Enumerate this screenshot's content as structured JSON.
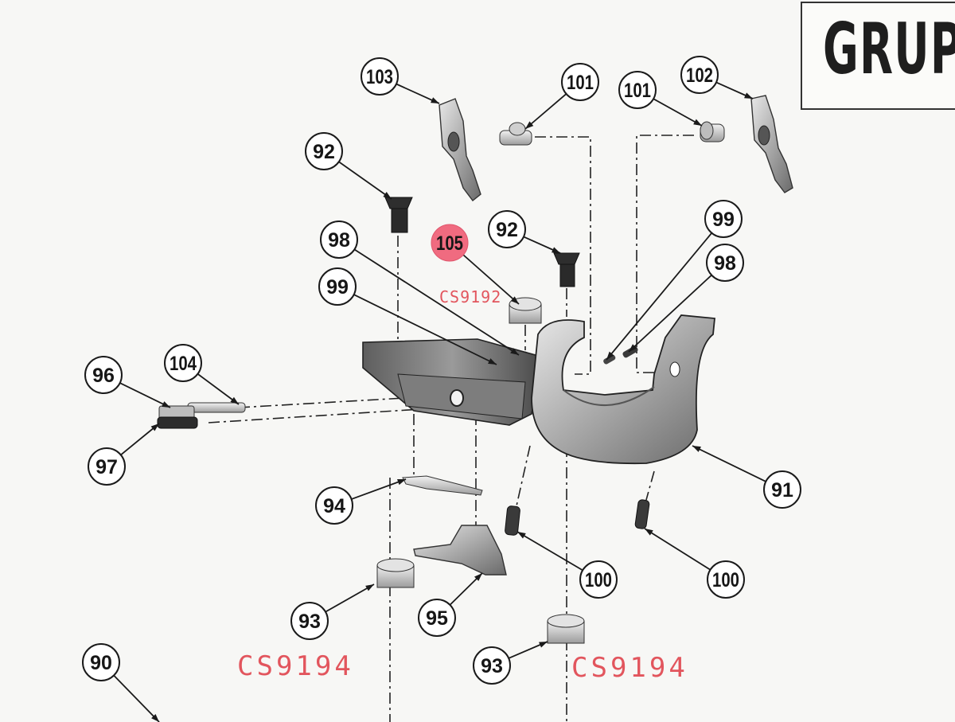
{
  "header": {
    "title": "GRUP"
  },
  "callouts": [
    {
      "id": "c103a",
      "label": "103"
    },
    {
      "id": "c101a",
      "label": "101"
    },
    {
      "id": "c101b",
      "label": "101"
    },
    {
      "id": "c102",
      "label": "102"
    },
    {
      "id": "c92a",
      "label": "92"
    },
    {
      "id": "c92b",
      "label": "92"
    },
    {
      "id": "c105",
      "label": "105",
      "highlighted": true
    },
    {
      "id": "c98a",
      "label": "98"
    },
    {
      "id": "c99a",
      "label": "99"
    },
    {
      "id": "c99b",
      "label": "99"
    },
    {
      "id": "c98b",
      "label": "98"
    },
    {
      "id": "c96",
      "label": "96"
    },
    {
      "id": "c104",
      "label": "104"
    },
    {
      "id": "c97",
      "label": "97"
    },
    {
      "id": "c94",
      "label": "94"
    },
    {
      "id": "c91",
      "label": "91"
    },
    {
      "id": "c100a",
      "label": "100"
    },
    {
      "id": "c100b",
      "label": "100"
    },
    {
      "id": "c93a",
      "label": "93"
    },
    {
      "id": "c95",
      "label": "95"
    },
    {
      "id": "c93b",
      "label": "93"
    },
    {
      "id": "c90",
      "label": "90"
    }
  ],
  "handwritten_notes": {
    "note_cs9192": "CS9192",
    "note_cs9194_left": "CS9194",
    "note_cs9194_right": "CS9194"
  },
  "colors": {
    "highlight": "#f06b80",
    "annotation_ink": "#e2555d",
    "line": "#1a1a1a",
    "background": "#f7f7f5"
  }
}
